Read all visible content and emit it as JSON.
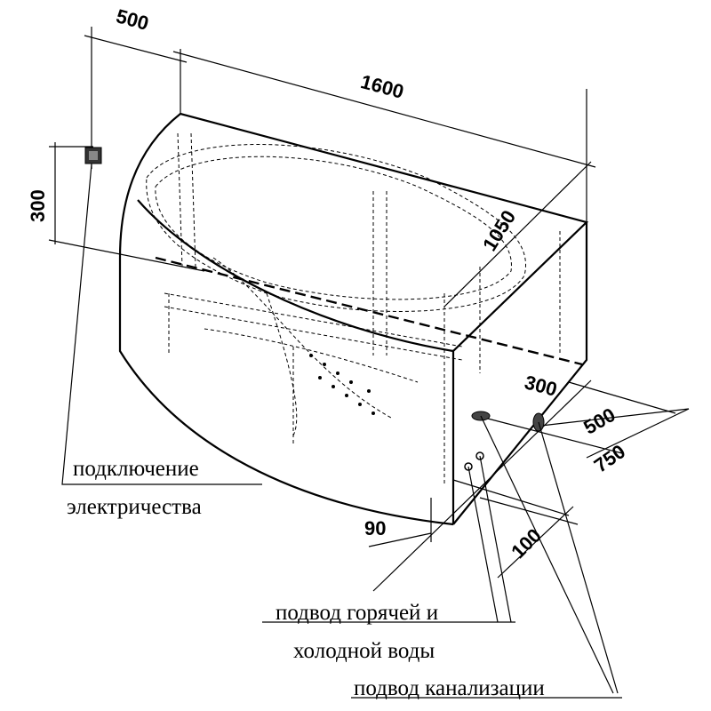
{
  "dimensions": {
    "d500_top": "500",
    "d1600": "1600",
    "d300_left": "300",
    "d1050": "1050",
    "d300_floor": "300",
    "d500_floor": "500",
    "d750": "750",
    "d90": "90",
    "d100": "100"
  },
  "labels": {
    "electric_1": "подключение",
    "electric_2": "электричества",
    "water_1": "подвод горячей и",
    "water_2": "холодной воды",
    "drain": "подвод канализации"
  }
}
